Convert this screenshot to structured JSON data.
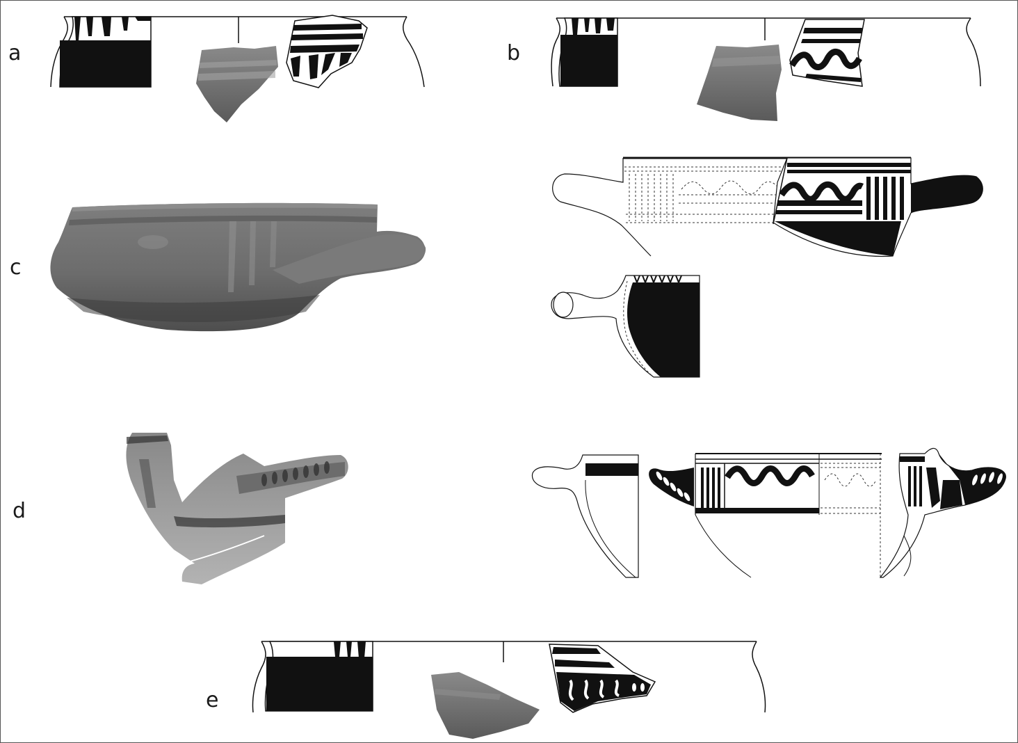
{
  "plate": {
    "labels": {
      "a": "a",
      "b": "b",
      "c": "c",
      "d": "d",
      "e": "e"
    },
    "colors": {
      "ink": "#111111",
      "paper": "#ffffff",
      "sherd_dark": "#5d5d5d",
      "sherd_mid": "#777777",
      "sherd_light": "#9a9a9a"
    }
  }
}
